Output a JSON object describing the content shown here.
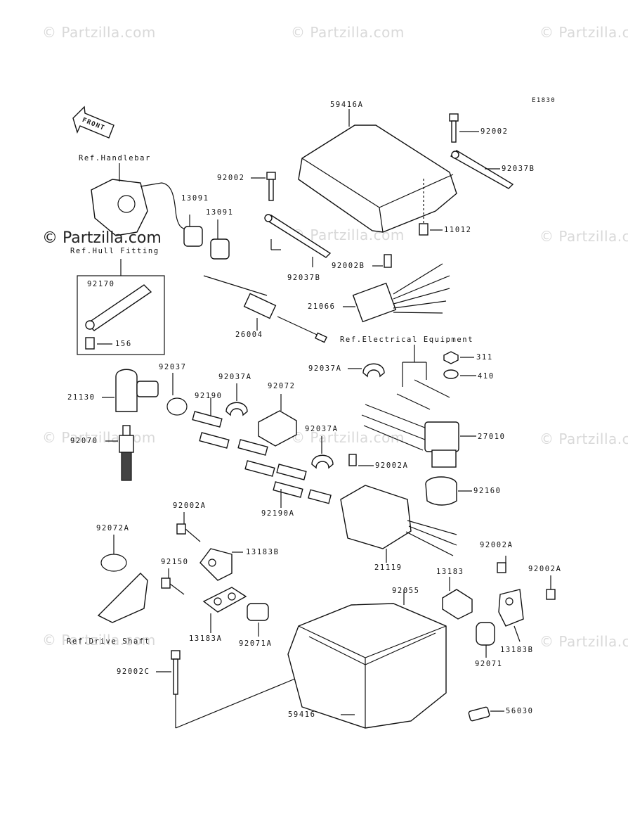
{
  "watermark": {
    "text": "© Partzilla.com",
    "strong_text": "© Partzilla.com"
  },
  "diagram": {
    "code": "E1830",
    "front_label": "FRONT",
    "refs": {
      "handlebar": "Ref.Handlebar",
      "hull_fitting": "Ref.Hull Fitting",
      "electrical_equipment": "Ref.Electrical Equipment",
      "drive_shaft": "Ref.Drive Shaft"
    },
    "parts": {
      "p59416A": "59416A",
      "p92002_top": "92002",
      "p92037B_top": "92037B",
      "p92002_left": "92002",
      "p11012": "11012",
      "p13091_a": "13091",
      "p13091_b": "13091",
      "p92037B_mid": "92037B",
      "p92002B": "92002B",
      "p21066": "21066",
      "p92170": "92170",
      "p156": "156",
      "p26004": "26004",
      "p311": "311",
      "p410": "410",
      "p92037_left": "92037",
      "p92037A_a": "92037A",
      "p92072": "92072",
      "p92037A_b": "92037A",
      "p21130": "21130",
      "p92190": "92190",
      "p27010": "27010",
      "p92070": "92070",
      "p92037A_c": "92037A",
      "p92002A_a": "92002A",
      "p92160": "92160",
      "p92190A": "92190A",
      "p92002A_b": "92002A",
      "p92072A": "92072A",
      "p13183B_a": "13183B",
      "p21119": "21119",
      "p92002A_c": "92002A",
      "p92150": "92150",
      "p13183": "13183",
      "p92002A_d": "92002A",
      "p92055": "92055",
      "p13183A": "13183A",
      "p92071A": "92071A",
      "p13183B_b": "13183B",
      "p92071": "92071",
      "p92002C": "92002C",
      "p59416": "59416",
      "p56030": "56030"
    }
  }
}
